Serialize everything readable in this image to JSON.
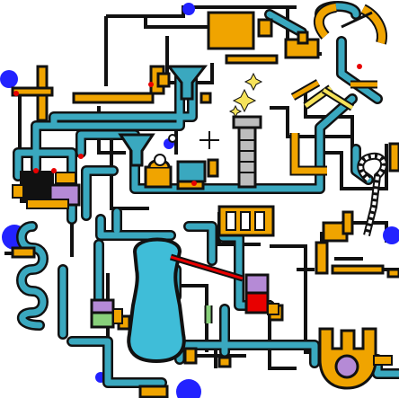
{
  "scene": {
    "counter_digits": [
      "",
      "",
      ""
    ]
  },
  "colors": {
    "background": "#ffffff",
    "pipe": "#3aa8bf",
    "pipe_outline": "#111111",
    "wire": "#111111",
    "orange": "#f0a400",
    "blue_blob": "#2222ff",
    "tank": "#3fbdd8",
    "purple": "#b58ad6",
    "green": "#88d07a",
    "red": "#e80000",
    "gray": "#bdbdbd",
    "spark": "#f6e25a"
  },
  "icons": [
    "pipe-network",
    "reactor-tank",
    "counter-panel",
    "valve-lever",
    "crank-wheel",
    "furnace-device",
    "coil-pipe",
    "ladder-tower",
    "spark-effect"
  ]
}
